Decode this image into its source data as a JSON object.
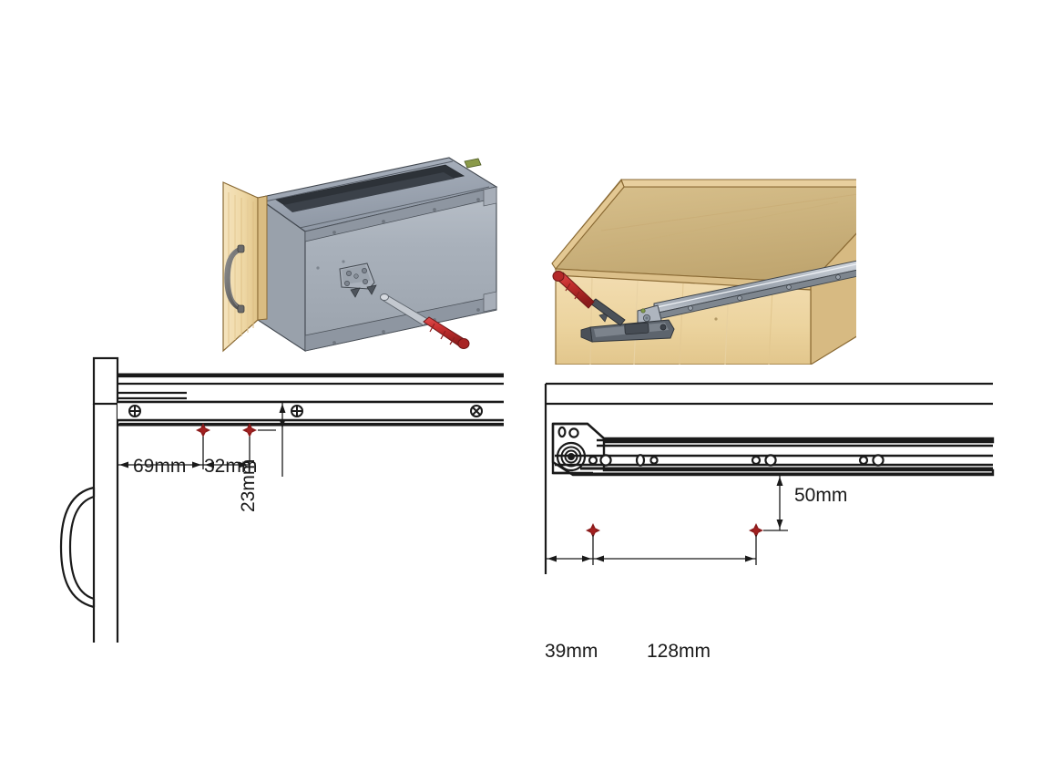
{
  "document": {
    "type": "assembly-instruction-drawing",
    "background_color": "#ffffff",
    "line_color": "#1a1a1a",
    "marker_color": "#8c1c1c",
    "wood_light": "#f0daa8",
    "wood_mid": "#e2c48c",
    "wood_dark": "#c9a367",
    "metal_light": "#c9ced6",
    "metal_mid": "#9aa3ad",
    "metal_dark": "#6d757f",
    "handle_red": "#c43030"
  },
  "figures": {
    "top_left": {
      "name": "drawer-box-with-front-panel",
      "caption": "",
      "parts": [
        "wood-front-panel",
        "drawer-handle",
        "metal-drawer-body",
        "mounting-bracket",
        "screws",
        "screwdriver"
      ]
    },
    "top_right": {
      "name": "cabinet-carcass-with-slide",
      "caption": "",
      "parts": [
        "wood-cabinet",
        "drawer-slide-rail",
        "slide-latch-bracket",
        "screw",
        "screwdriver"
      ]
    },
    "bottom_left": {
      "name": "drawer-side-elevation-dimensions",
      "caption": ""
    },
    "bottom_right": {
      "name": "cabinet-side-elevation-dimensions",
      "caption": ""
    }
  },
  "dimensions": {
    "left_view": [
      {
        "id": "dim-69mm",
        "label": "69mm",
        "value": 69,
        "unit": "mm",
        "orientation": "horizontal"
      },
      {
        "id": "dim-32mm",
        "label": "32mm",
        "value": 32,
        "unit": "mm",
        "orientation": "horizontal"
      },
      {
        "id": "dim-23mm",
        "label": "23mm",
        "value": 23,
        "unit": "mm",
        "orientation": "vertical"
      }
    ],
    "right_view": [
      {
        "id": "dim-50mm",
        "label": "50mm",
        "value": 50,
        "unit": "mm",
        "orientation": "vertical"
      },
      {
        "id": "dim-39mm",
        "label": "39mm",
        "value": 39,
        "unit": "mm",
        "orientation": "horizontal"
      },
      {
        "id": "dim-128mm",
        "label": "128mm",
        "value": 128,
        "unit": "mm",
        "orientation": "horizontal"
      }
    ]
  }
}
